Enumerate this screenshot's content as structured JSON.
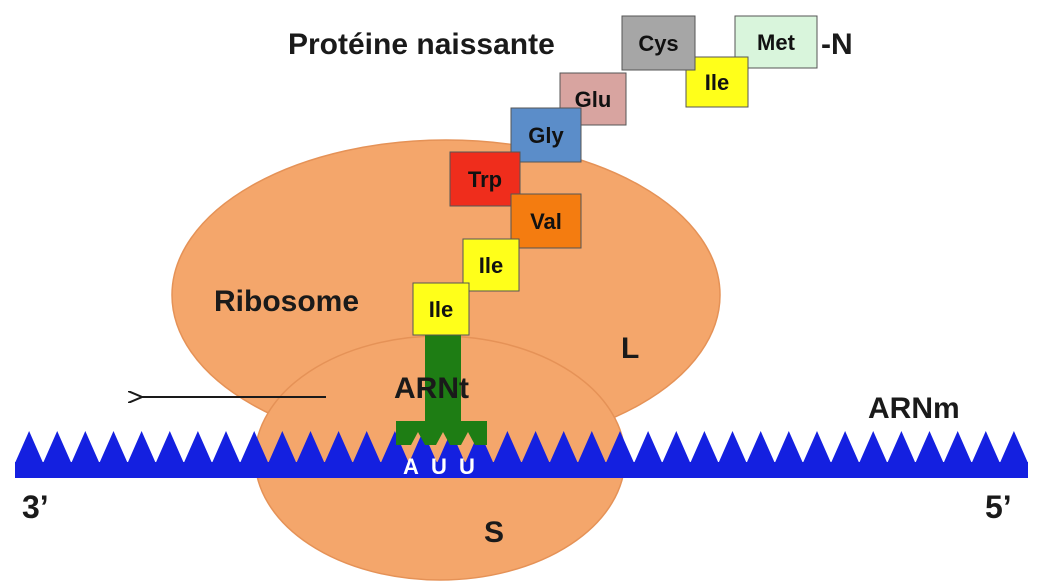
{
  "title": "Protéine naissante",
  "n_terminus": "-N",
  "amino_acids": [
    {
      "name": "Met",
      "color": "#d9f5dc"
    },
    {
      "name": "Ile",
      "color": "#ffff1a"
    },
    {
      "name": "Cys",
      "color": "#a6a6a6"
    },
    {
      "name": "Glu",
      "color": "#d8a4a0"
    },
    {
      "name": "Gly",
      "color": "#5b8dc9"
    },
    {
      "name": "Trp",
      "color": "#ef2d1c"
    },
    {
      "name": "Val",
      "color": "#f47c10"
    },
    {
      "name": "Ile",
      "color": "#ffff1a"
    },
    {
      "name": "Ile",
      "color": "#ffff1a"
    }
  ],
  "labels": {
    "ribosome": "Ribosome",
    "large_subunit": "L",
    "small_subunit": "S",
    "trna": "ARNt",
    "mrna": "ARNm",
    "three_prime": "3’",
    "five_prime": "5’"
  },
  "anticodon": [
    "A",
    "U",
    "U"
  ],
  "colors": {
    "ribosome": "#f4a66b",
    "ribosome_stroke": "#e59257",
    "mrna": "#1420e0",
    "trna": "#1e7d14"
  }
}
